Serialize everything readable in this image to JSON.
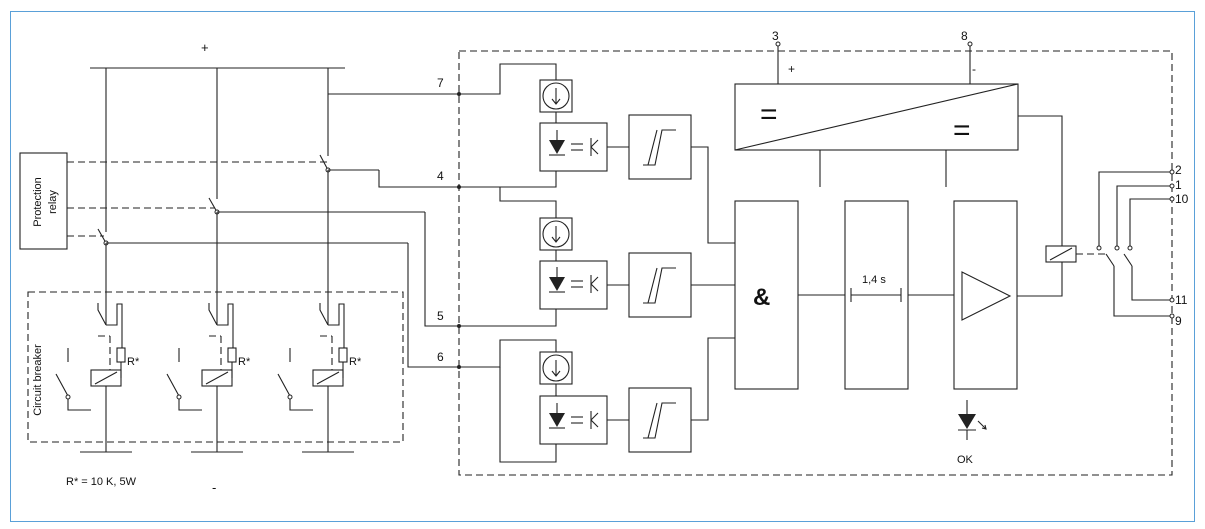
{
  "diagram": {
    "supply_plus": "+",
    "supply_minus": "-",
    "protection_relay": [
      "Protection",
      "relay"
    ],
    "circuit_breaker": "Circuit breaker",
    "resistor_label": "R*",
    "resistor_note": "R* = 10 K, 5W",
    "terminals": {
      "t7": "7",
      "t4": "4",
      "t5": "5",
      "t6": "6",
      "t3": "3",
      "t8": "8",
      "t2": "2",
      "t1": "1",
      "t10": "10",
      "t11": "11",
      "t9": "9"
    },
    "converter_plus": "+",
    "converter_minus": "-",
    "converter_in_symbol": "=",
    "converter_out_symbol": "=",
    "and_symbol": "&",
    "delay_label": "1,4 s",
    "ok_label": "OK"
  },
  "colors": {
    "line": "#222222",
    "border": "#5aa0d8",
    "background": "#ffffff"
  }
}
